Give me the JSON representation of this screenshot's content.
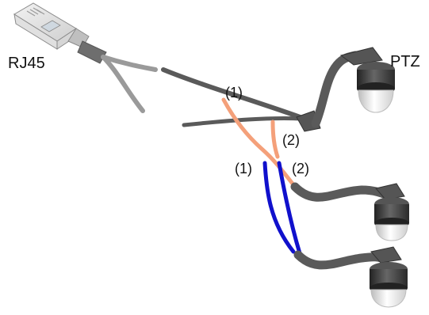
{
  "labels": {
    "rj45": "RJ45",
    "ptz": "PTZ",
    "wire_1_upper": "(1)",
    "wire_2_upper": "(2)",
    "wire_1_lower": "(1)",
    "wire_2_lower": "(2)"
  },
  "icons": {
    "connector": "rj45-plug-icon",
    "camera": "ptz-dome-camera-icon"
  },
  "colors": {
    "main_cable": "#5a5a5a",
    "stub_cable": "#9a9a9a",
    "orange_wire": "#f4a07a",
    "blue_wire": "#1010cc",
    "camera_body": "#333333"
  }
}
